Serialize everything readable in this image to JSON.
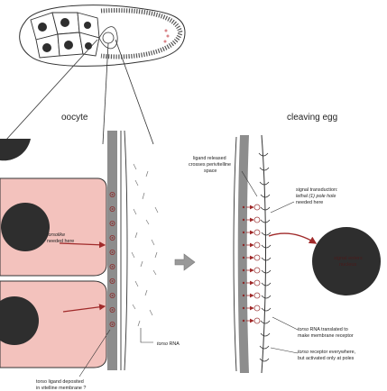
{
  "titles": {
    "oocyte": "oocyte",
    "cleaving_egg": "cleaving egg"
  },
  "labels": {
    "torsolike_italic": "torsolike",
    "torsolike_rest": "needed here",
    "torso_ligand_line1": "torso ligand deposited",
    "torso_ligand_line2": "in vitelline membrane ?",
    "torso_rna_italic": "torso",
    "torso_rna_rest": "RNA",
    "ligand_released_line1": "ligand released",
    "ligand_released_line2": "crosses perivitelline",
    "ligand_released_line3": "space",
    "signal_transduction_line1": "signal transduction:",
    "signal_transduction_line2_italic": "lethal (1) pole hole",
    "signal_transduction_line3": "needed here",
    "signal_enters_line1": "signal enters",
    "signal_enters_line2": "nucleus",
    "torso_translated_italic": "torso",
    "torso_translated_rest": "RNA translated to",
    "torso_translated_line2": "make membrane receptor",
    "torso_receptor_italic": "torso",
    "torso_receptor_rest": "receptor everywhere,",
    "torso_receptor_line2": "but activated only at poles"
  },
  "colors": {
    "follicle_pink": "#f3c2bd",
    "nucleus": "#2e2e2e",
    "membrane_gray": "#8d8d8d",
    "dot_red": "#8c2a2a",
    "arrow_red": "#a02a2a",
    "outline": "#333333"
  },
  "icons": {
    "transition_arrow": "right-block-arrow"
  }
}
